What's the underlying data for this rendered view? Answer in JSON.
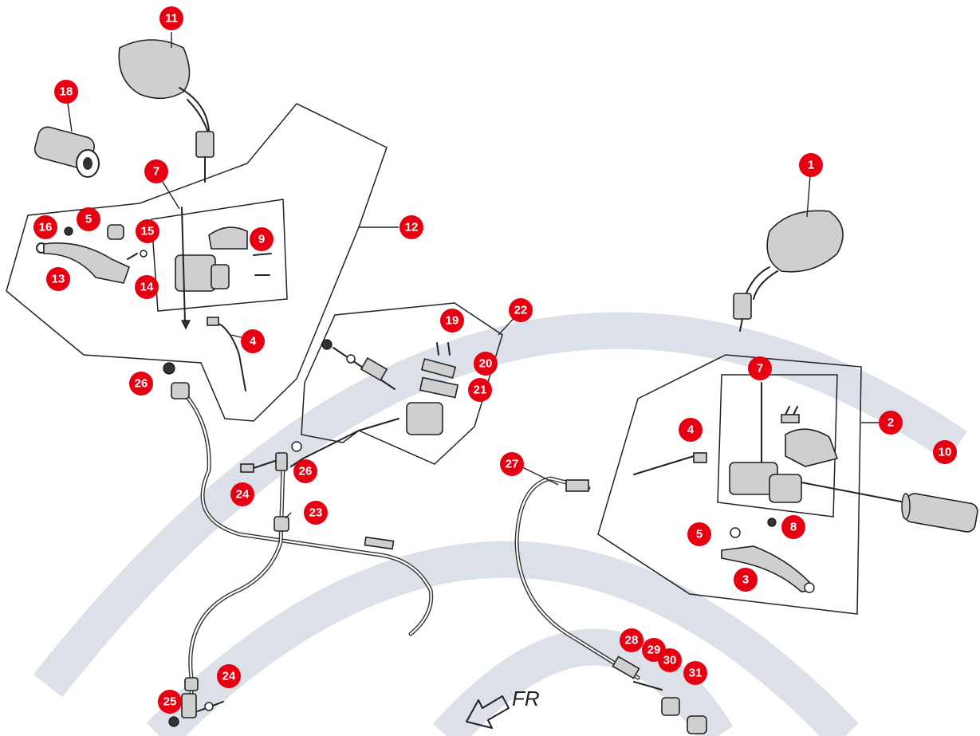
{
  "diagram": {
    "direction_label": "FR",
    "callouts": [
      "1",
      "2",
      "3",
      "4",
      "4",
      "5",
      "5",
      "7",
      "7",
      "8",
      "9",
      "10",
      "11",
      "12",
      "13",
      "14",
      "15",
      "16",
      "18",
      "19",
      "20",
      "21",
      "22",
      "23",
      "24",
      "24",
      "25",
      "26",
      "26",
      "27",
      "28",
      "29",
      "30",
      "31"
    ]
  }
}
